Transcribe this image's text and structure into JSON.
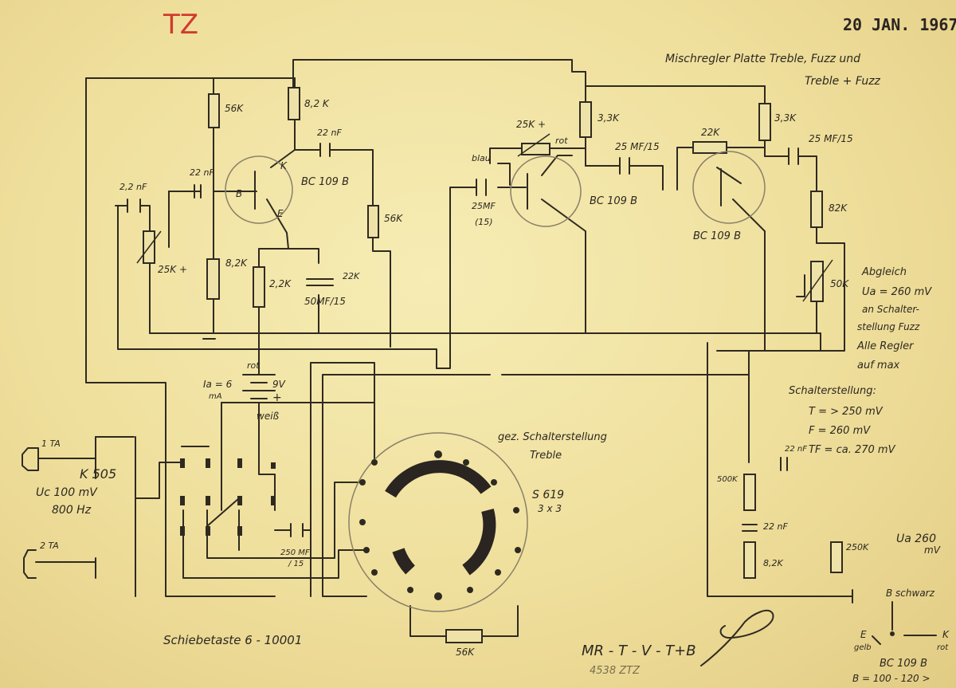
{
  "header": {
    "initials": "TZ",
    "date": "20 JAN. 1967",
    "title_line1": "Mischregler Platte Treble, Fuzz und",
    "title_line2": "Treble + Fuzz"
  },
  "stage1": {
    "r_top_base": "56K",
    "r_collector": "8,2 K",
    "c_out": "22 nF",
    "c_in": "22 nF",
    "base_label": "B",
    "collector_label": "K",
    "emitter_label": "E",
    "transistor": "BC 109 B",
    "r_out": "56K",
    "c_input": "2,2 nF",
    "pot": "25K +",
    "r_bottom_base": "8,2K",
    "r_emitter": "2,2K",
    "c_emitter_value": "22K",
    "c_emitter_rating": "50MF/15"
  },
  "stage2": {
    "pot": "25K +",
    "wire_red": "rot",
    "wire_blue": "blau",
    "r_collector": "3,3K",
    "c_out": "25 MF/15",
    "c_in": "25MF",
    "c_in_rating": "(15)",
    "transistor": "BC 109 B"
  },
  "stage3": {
    "r_feedback": "22K",
    "r_collector": "3,3K",
    "c_out": "25 MF/15",
    "transistor": "BC 109 B",
    "r_series": "82K",
    "pot": "50K"
  },
  "battery": {
    "wire_red": "rot",
    "current": "Ia = 6",
    "current_unit": "mA",
    "voltage": "9V",
    "wire_white": "weiß",
    "plus": "+"
  },
  "adjust_note": [
    "Abgleich",
    "Ua = 260 mV",
    "an Schalter-",
    "stellung Fuzz",
    "Alle Regler",
    "auf max"
  ],
  "switch_positions": {
    "title": "Schalterstellung:",
    "lines": [
      "T = > 250 mV",
      "F = 260 mV",
      "TF = ca. 270 mV"
    ]
  },
  "switch": {
    "caption_line1": "gez. Schalterstellung",
    "caption_line2": "Treble",
    "model": "S 619",
    "config": "3 x 3",
    "r_bottom": "56K"
  },
  "input": {
    "jack1": "1 TA",
    "jack2": "2 TA",
    "socket": "K 505",
    "level": "Uc 100 mV",
    "freq": "800 Hz"
  },
  "push_switch": {
    "c_value": "250 MF",
    "c_rating": "/ 15",
    "name": "Schiebetaste 6 - 10001"
  },
  "output": {
    "c1": "22 nF",
    "pot1": "500K",
    "c2": "22 nF",
    "r": "8,2K",
    "pot2": "250K",
    "ua_label": "Ua 260",
    "ua_unit": "mV"
  },
  "pinout": {
    "base": "B schwarz",
    "emitter": "E",
    "emitter_color": "gelb",
    "collector": "K",
    "collector_color": "rot",
    "type": "BC 109 B",
    "gain": "B = 100 - 120 >"
  },
  "footer": {
    "modes": "MR - T - V - T+B",
    "stamp": "4538 ZTZ"
  },
  "colors": {
    "paper": "#efe0a0",
    "ink": "#2f2a20",
    "initials_red": "#d23a2e"
  }
}
